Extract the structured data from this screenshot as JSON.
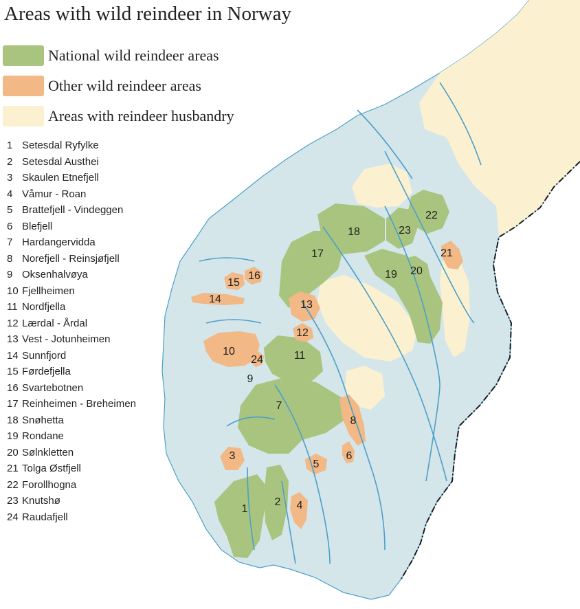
{
  "title": "Areas with wild reindeer in Norway",
  "legend": [
    {
      "label": "National wild reindeer areas",
      "color": "#a9c47f"
    },
    {
      "label": "Other wild reindeer areas",
      "color": "#f2b885"
    },
    {
      "label": "Areas with reindeer husbandry",
      "color": "#fbf1d0"
    }
  ],
  "colors": {
    "land": "#d4e6ea",
    "water": "#4b9fc9",
    "border": "#1a1a1a",
    "national": "#a9c47f",
    "other": "#f2b885",
    "husbandry": "#fbf1d0"
  },
  "areas": [
    {
      "num": "1",
      "name": "Setesdal Ryfylke",
      "type": "national"
    },
    {
      "num": "2",
      "name": "Setesdal Austhei",
      "type": "national"
    },
    {
      "num": "3",
      "name": "Skaulen Etnefjell",
      "type": "other"
    },
    {
      "num": "4",
      "name": "Våmur - Roan",
      "type": "other"
    },
    {
      "num": "5",
      "name": "Brattefjell - Vindeggen",
      "type": "other"
    },
    {
      "num": "6",
      "name": "Blefjell",
      "type": "other"
    },
    {
      "num": "7",
      "name": "Hardangervidda",
      "type": "national"
    },
    {
      "num": "8",
      "name": "Norefjell - Reinsjøfjell",
      "type": "other"
    },
    {
      "num": "9",
      "name": "Oksenhalvøya",
      "type": "other"
    },
    {
      "num": "10",
      "name": "Fjellheimen",
      "type": "other"
    },
    {
      "num": "11",
      "name": "Nordfjella",
      "type": "national"
    },
    {
      "num": "12",
      "name": "Lærdal - Årdal",
      "type": "other"
    },
    {
      "num": "13",
      "name": "Vest - Jotunheimen",
      "type": "other"
    },
    {
      "num": "14",
      "name": "Sunnfjord",
      "type": "other"
    },
    {
      "num": "15",
      "name": "Førdefjella",
      "type": "other"
    },
    {
      "num": "16",
      "name": "Svartebotnen",
      "type": "other"
    },
    {
      "num": "17",
      "name": "Reinheimen - Breheimen",
      "type": "national"
    },
    {
      "num": "18",
      "name": "Snøhetta",
      "type": "national"
    },
    {
      "num": "19",
      "name": "Rondane",
      "type": "national"
    },
    {
      "num": "20",
      "name": "Sølnkletten",
      "type": "national"
    },
    {
      "num": "21",
      "name": "Tolga Østfjell",
      "type": "other"
    },
    {
      "num": "22",
      "name": "Forollhogna",
      "type": "national"
    },
    {
      "num": "23",
      "name": "Knutshø",
      "type": "national"
    },
    {
      "num": "24",
      "name": "Raudafjell",
      "type": "other"
    }
  ]
}
